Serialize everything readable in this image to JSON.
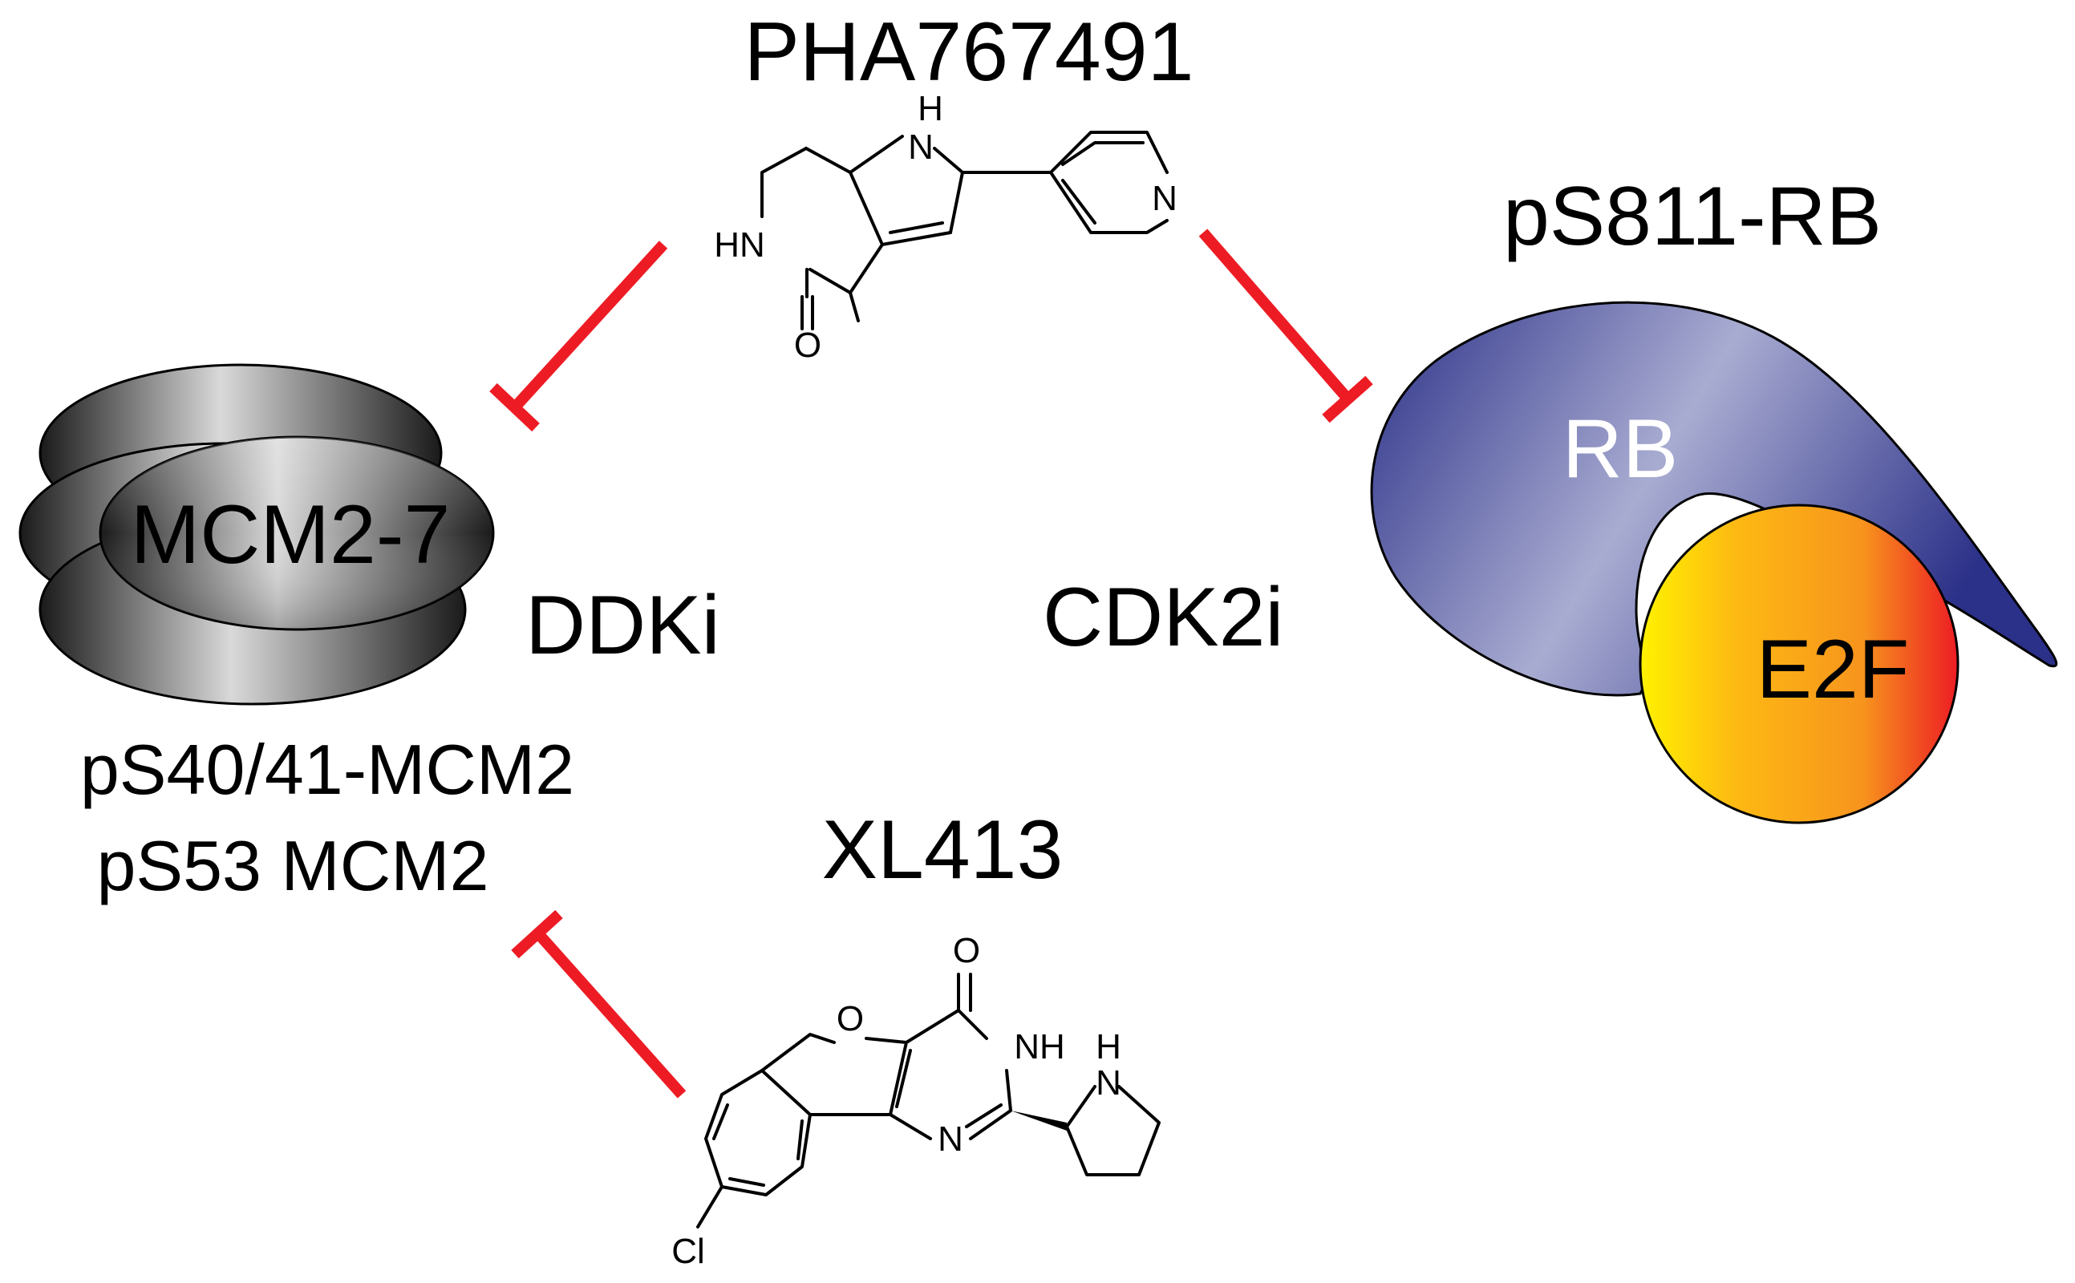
{
  "colors": {
    "inhibition": "#ed1c24",
    "rb_dark": "#2b3088",
    "rb_light": "#a9acd1",
    "e2f_yellow": "#fff200",
    "e2f_orange": "#f7941d",
    "e2f_red": "#ed1c24",
    "mcm_dark": "#1a1a1a",
    "mcm_light": "#d9d9d9"
  },
  "compounds": {
    "pha": {
      "name": "PHA767491",
      "atoms": {
        "nh_top_h": "H",
        "nh_top_n": "N",
        "hn_left": "HN",
        "oxygen": "O",
        "pyridine_n": "N"
      }
    },
    "xl": {
      "name": "XL413",
      "atoms": {
        "oxygen_carbonyl": "O",
        "oxygen_ring": "O",
        "nh": "NH",
        "n_ring": "N",
        "pyrrolidine_h": "H",
        "pyrrolidine_n": "N",
        "chlorine": "Cl"
      }
    }
  },
  "mcm": {
    "complex_label": "MCM2-7",
    "sites": [
      "pS40/41-MCM2",
      "pS53 MCM2"
    ]
  },
  "rb": {
    "site_label": "pS811-RB",
    "protein_label": "RB",
    "partner_label": "E2F"
  },
  "inhibitors": {
    "ddk": "DDKi",
    "cdk": "CDK2i"
  }
}
